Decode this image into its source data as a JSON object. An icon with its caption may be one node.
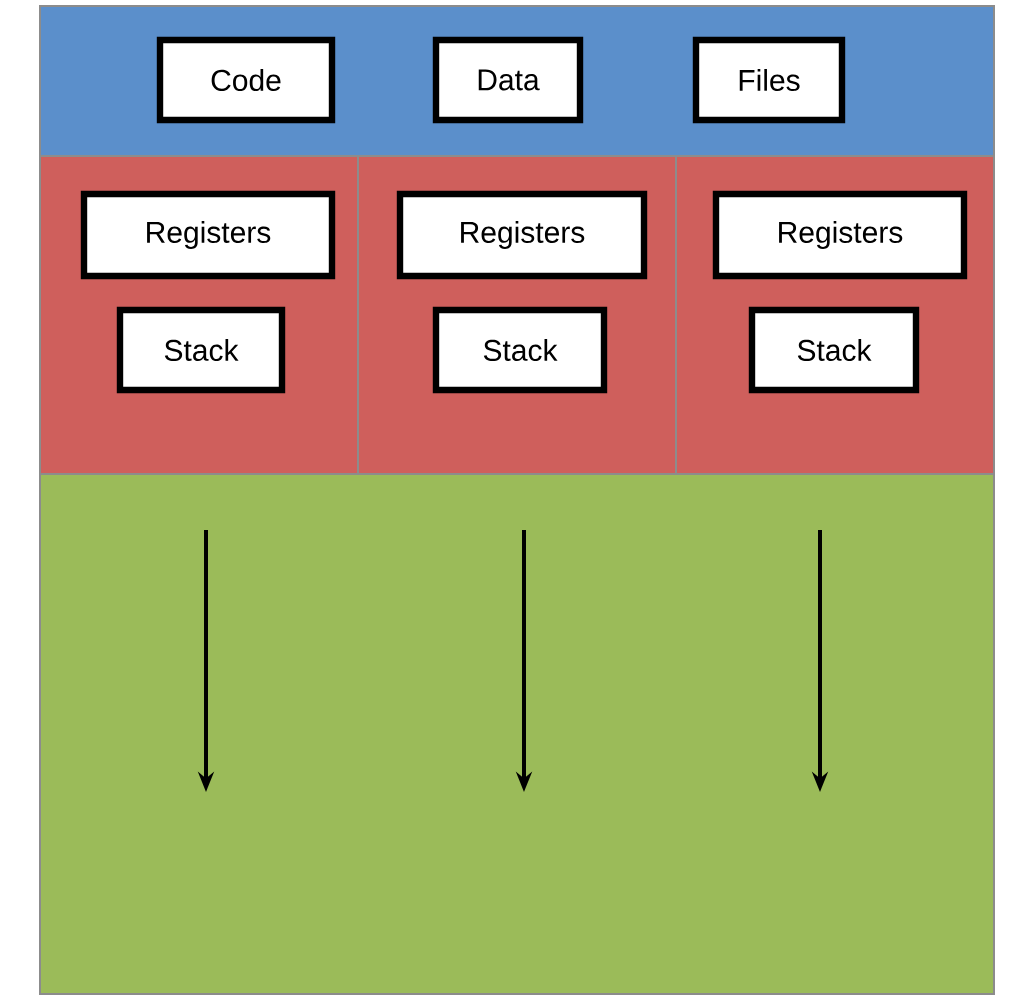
{
  "diagram": {
    "nodes": [
      {
        "text": [],
        "shape": "box"
      },
      {
        "text": [
          "Code"
        ],
        "in": 0
      },
      {
        "text": [
          "Data"
        ],
        "in": 0
      },
      {
        "text": [
          "Files"
        ],
        "in": 0
      },
      {
        "text": [],
        "shape": "box"
      },
      {
        "text": [
          "Registers"
        ],
        "in": 4
      },
      {
        "text": [
          "Stack"
        ],
        "in": 4
      },
      {
        "text": [],
        "shape": "box"
      },
      {
        "text": [
          "Registers"
        ],
        "in": 7
      },
      {
        "text": [
          "Stack"
        ],
        "in": 7
      },
      {
        "text": [],
        "shape": "box"
      },
      {
        "text": [
          "Registers"
        ],
        "in": 10
      },
      {
        "text": [
          "Stack"
        ],
        "in": 10
      },
      {
        "text": [],
        "shape": "box"
      }
    ]
  }
}
